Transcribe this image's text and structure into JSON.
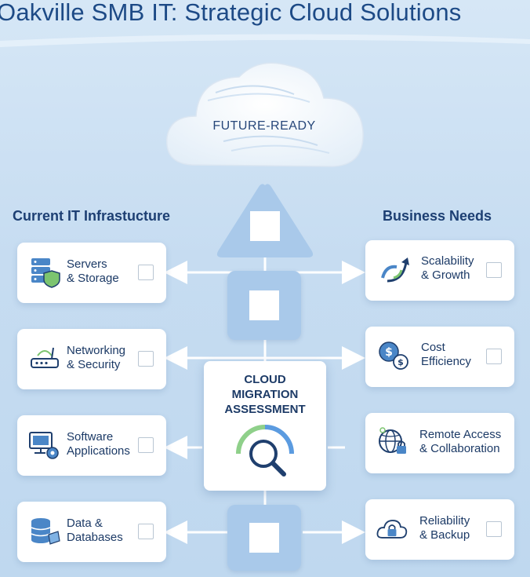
{
  "title": "Oakville SMB IT: Strategic Cloud Solutions",
  "cloud": {
    "label": "FUTURE-READY"
  },
  "left": {
    "heading": "Current IT Infrastucture",
    "cards": [
      {
        "line1": "Servers",
        "line2": "& Storage",
        "icon": "server-shield-icon"
      },
      {
        "line1": "Networking",
        "line2": "& Security",
        "icon": "router-icon"
      },
      {
        "line1": "Software",
        "line2": "Applications",
        "icon": "monitor-gear-icon"
      },
      {
        "line1": "Data &",
        "line2": "Databases",
        "icon": "database-icon"
      }
    ]
  },
  "right": {
    "heading": "Business Needs",
    "cards": [
      {
        "line1": "Scalability",
        "line2": "& Growth",
        "icon": "growth-arrow-icon"
      },
      {
        "line1": "Cost",
        "line2": "Efficiency",
        "icon": "dollar-coins-icon"
      },
      {
        "line1": "Remote Access",
        "line2": "& Collaboration",
        "icon": "globe-lock-icon"
      },
      {
        "line1": "Reliability",
        "line2": "& Backup",
        "icon": "cloud-lock-icon"
      }
    ]
  },
  "assessment": {
    "line1": "CLOUD",
    "line2": "MIGRATION",
    "line3": "ASSESSMENT",
    "icon": "magnifier-gauge-icon"
  },
  "colors": {
    "title": "#1d4a86",
    "node": "#a9c9ea",
    "accent_green": "#7cc46f",
    "accent_blue": "#4f8fd0"
  }
}
